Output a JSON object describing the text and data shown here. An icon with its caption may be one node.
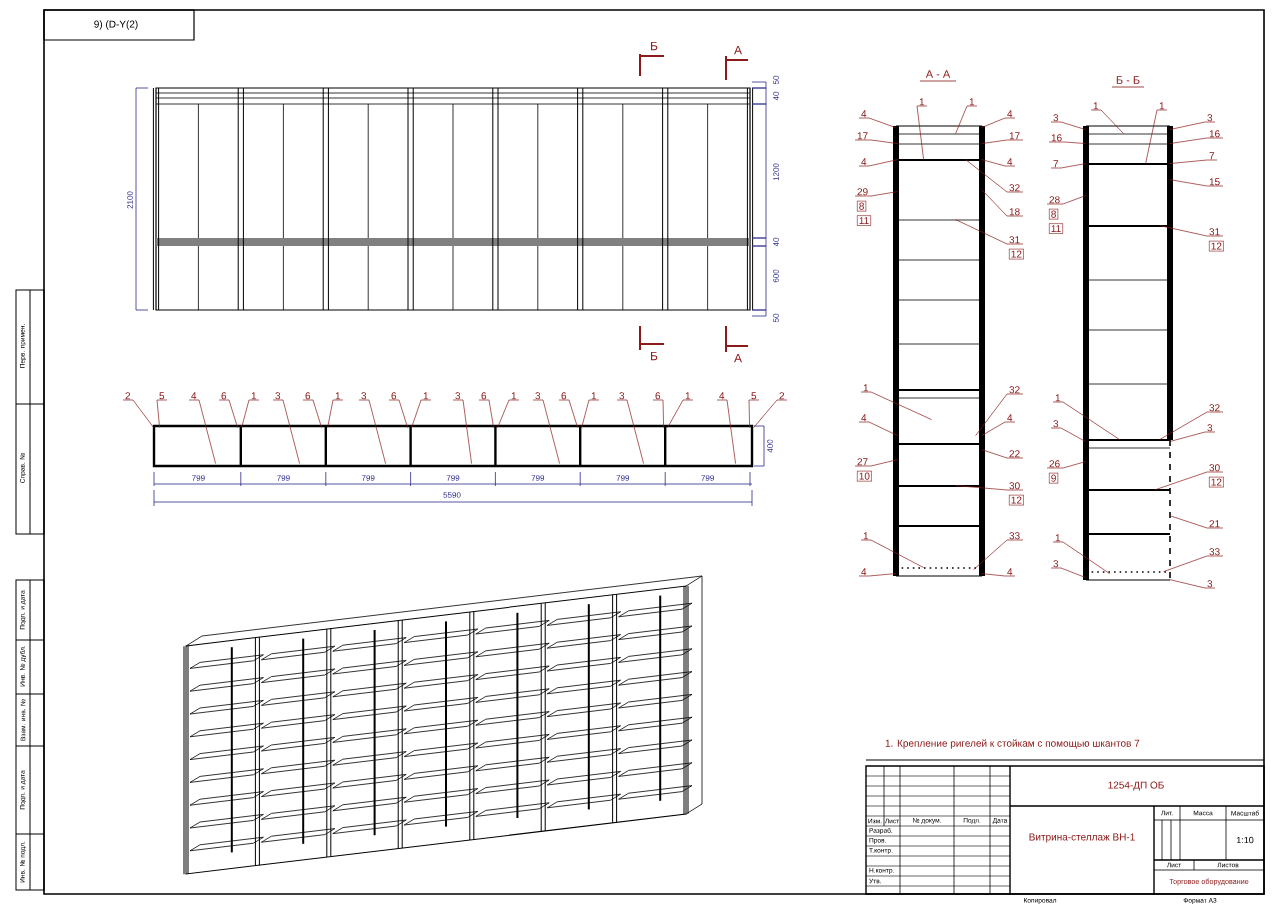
{
  "diagram": {
    "nodes": [
      {
        "text": [
          "1"
        ]
      },
      {
        "text": [
          "1"
        ]
      },
      {
        "text": [
          "4"
        ]
      },
      {
        "text": [
          "17"
        ]
      },
      {
        "text": [
          "4"
        ]
      },
      {
        "text": [
          "29",
          "8",
          "11"
        ]
      },
      {
        "text": [
          "1"
        ]
      },
      {
        "text": [
          "4"
        ]
      },
      {
        "text": [
          "27",
          "10"
        ]
      },
      {
        "text": [
          "1"
        ]
      },
      {
        "text": [
          "4"
        ]
      },
      {
        "text": [
          "4"
        ]
      },
      {
        "text": [
          "17"
        ]
      },
      {
        "text": [
          "4"
        ]
      },
      {
        "text": [
          "32"
        ]
      },
      {
        "text": [
          "18"
        ]
      },
      {
        "text": [
          "31",
          "12"
        ]
      },
      {
        "text": [
          "32"
        ]
      },
      {
        "text": [
          "4"
        ]
      },
      {
        "text": [
          "22"
        ]
      },
      {
        "text": [
          "30",
          "12"
        ]
      },
      {
        "text": [
          "33"
        ]
      },
      {
        "text": [
          "4"
        ]
      },
      {
        "text": [
          "1"
        ]
      },
      {
        "text": [
          "1"
        ]
      },
      {
        "text": [
          "3"
        ]
      },
      {
        "text": [
          "16"
        ]
      },
      {
        "text": [
          "7"
        ]
      },
      {
        "text": [
          "28",
          "8",
          "11"
        ]
      },
      {
        "text": [
          "1"
        ]
      },
      {
        "text": [
          "3"
        ]
      },
      {
        "text": [
          "26",
          "9"
        ]
      },
      {
        "text": [
          "1"
        ]
      },
      {
        "text": [
          "3"
        ]
      },
      {
        "text": [
          "3"
        ]
      },
      {
        "text": [
          "16"
        ]
      },
      {
        "text": [
          "7"
        ]
      },
      {
        "text": [
          "15"
        ]
      },
      {
        "text": [
          "31",
          "12"
        ]
      },
      {
        "text": [
          "32"
        ]
      },
      {
        "text": [
          "3"
        ]
      },
      {
        "text": [
          "30",
          "12"
        ]
      },
      {
        "text": [
          "21"
        ]
      },
      {
        "text": [
          "33"
        ]
      },
      {
        "text": [
          "3"
        ]
      },
      {
        "text": [
          "2"
        ]
      },
      {
        "text": [
          "5"
        ]
      },
      {
        "text": [
          "4"
        ]
      },
      {
        "text": [
          "6"
        ]
      },
      {
        "text": [
          "1"
        ]
      },
      {
        "text": [
          "3"
        ]
      },
      {
        "text": [
          "6"
        ]
      },
      {
        "text": [
          "1"
        ]
      },
      {
        "text": [
          "3"
        ]
      },
      {
        "text": [
          "6"
        ]
      },
      {
        "text": [
          "1"
        ]
      },
      {
        "text": [
          "3"
        ]
      },
      {
        "text": [
          "6"
        ]
      },
      {
        "text": [
          "1"
        ]
      },
      {
        "text": [
          "3"
        ]
      },
      {
        "text": [
          "6"
        ]
      },
      {
        "text": [
          "1"
        ]
      },
      {
        "text": [
          "3"
        ]
      },
      {
        "text": [
          "6"
        ]
      },
      {
        "text": [
          "1"
        ]
      },
      {
        "text": [
          "4"
        ]
      },
      {
        "text": [
          "5"
        ]
      },
      {
        "text": [
          "2"
        ]
      },
      {
        "text": [],
        "shape": "picture"
      },
      {
        "text": [],
        "shape": "picture"
      },
      {
        "text": [],
        "shape": "picture"
      }
    ],
    "edges": [
      {
        "from": 0,
        "to": 68,
        "arrow": "none"
      },
      {
        "from": 1,
        "to": 68,
        "arrow": "none"
      },
      {
        "from": 2,
        "to": 68,
        "arrow": "none"
      },
      {
        "from": 3,
        "to": 68,
        "arrow": "none"
      },
      {
        "from": 4,
        "to": 68,
        "arrow": "none"
      },
      {
        "from": 5,
        "to": 68,
        "arrow": "none"
      },
      {
        "from": 6,
        "to": 68,
        "arrow": "none"
      },
      {
        "from": 7,
        "to": 68,
        "arrow": "none"
      },
      {
        "from": 8,
        "to": 68,
        "arrow": "none"
      },
      {
        "from": 9,
        "to": 68,
        "arrow": "none"
      },
      {
        "from": 10,
        "to": 68,
        "arrow": "none"
      },
      {
        "from": 11,
        "to": 68,
        "arrow": "none"
      },
      {
        "from": 12,
        "to": 68,
        "arrow": "none"
      },
      {
        "from": 13,
        "to": 68,
        "arrow": "none"
      },
      {
        "from": 14,
        "to": 68,
        "arrow": "none"
      },
      {
        "from": 15,
        "to": 68,
        "arrow": "none"
      },
      {
        "from": 16,
        "to": 68,
        "arrow": "none"
      },
      {
        "from": 17,
        "to": 68,
        "arrow": "none"
      },
      {
        "from": 18,
        "to": 68,
        "arrow": "none"
      },
      {
        "from": 19,
        "to": 68,
        "arrow": "none"
      },
      {
        "from": 20,
        "to": 68,
        "arrow": "none"
      },
      {
        "from": 21,
        "to": 68,
        "arrow": "none"
      },
      {
        "from": 22,
        "to": 68,
        "arrow": "none"
      },
      {
        "from": 23,
        "to": 69,
        "arrow": "none"
      },
      {
        "from": 24,
        "to": 69,
        "arrow": "none"
      },
      {
        "from": 25,
        "to": 69,
        "arrow": "none"
      },
      {
        "from": 26,
        "to": 69,
        "arrow": "none"
      },
      {
        "from": 27,
        "to": 69,
        "arrow": "none"
      },
      {
        "from": 28,
        "to": 69,
        "arrow": "none"
      },
      {
        "from": 29,
        "to": 69,
        "arrow": "none"
      },
      {
        "from": 30,
        "to": 69,
        "arrow": "none"
      },
      {
        "from": 31,
        "to": 69,
        "arrow": "none"
      },
      {
        "from": 32,
        "to": 69,
        "arrow": "none"
      },
      {
        "from": 33,
        "to": 69,
        "arrow": "none"
      },
      {
        "from": 34,
        "to": 69,
        "arrow": "none"
      },
      {
        "from": 35,
        "to": 69,
        "arrow": "none"
      },
      {
        "from": 36,
        "to": 69,
        "arrow": "none"
      },
      {
        "from": 37,
        "to": 69,
        "arrow": "none"
      },
      {
        "from": 38,
        "to": 69,
        "arrow": "none"
      },
      {
        "from": 39,
        "to": 69,
        "arrow": "none"
      },
      {
        "from": 40,
        "to": 69,
        "arrow": "none"
      },
      {
        "from": 41,
        "to": 69,
        "arrow": "none"
      },
      {
        "from": 42,
        "to": 69,
        "arrow": "none"
      },
      {
        "from": 43,
        "to": 69,
        "arrow": "none"
      },
      {
        "from": 44,
        "to": 69,
        "arrow": "none"
      },
      {
        "from": 45,
        "to": 70,
        "arrow": "none"
      },
      {
        "from": 46,
        "to": 70,
        "arrow": "none"
      },
      {
        "from": 47,
        "to": 70,
        "arrow": "none"
      },
      {
        "from": 48,
        "to": 70,
        "arrow": "none"
      },
      {
        "from": 49,
        "to": 70,
        "arrow": "none"
      },
      {
        "from": 50,
        "to": 70,
        "arrow": "none"
      },
      {
        "from": 51,
        "to": 70,
        "arrow": "none"
      },
      {
        "from": 52,
        "to": 70,
        "arrow": "none"
      },
      {
        "from": 53,
        "to": 70,
        "arrow": "none"
      },
      {
        "from": 54,
        "to": 70,
        "arrow": "none"
      },
      {
        "from": 55,
        "to": 70,
        "arrow": "none"
      },
      {
        "from": 56,
        "to": 70,
        "arrow": "none"
      },
      {
        "from": 57,
        "to": 70,
        "arrow": "none"
      },
      {
        "from": 58,
        "to": 70,
        "arrow": "none"
      },
      {
        "from": 59,
        "to": 70,
        "arrow": "none"
      },
      {
        "from": 60,
        "to": 70,
        "arrow": "none"
      },
      {
        "from": 61,
        "to": 70,
        "arrow": "none"
      },
      {
        "from": 62,
        "to": 70,
        "arrow": "none"
      },
      {
        "from": 63,
        "to": 70,
        "arrow": "none"
      },
      {
        "from": 64,
        "to": 70,
        "arrow": "none"
      },
      {
        "from": 65,
        "to": 70,
        "arrow": "none"
      },
      {
        "from": 66,
        "to": 70,
        "arrow": "none"
      },
      {
        "from": 67,
        "to": 70,
        "arrow": "none"
      }
    ],
    "labels": [
      "9) (D-Y(2)",
      "Б",
      "А",
      "2100",
      "50",
      "40",
      "1200",
      "40",
      "600",
      "50",
      "Б",
      "А",
      "А - А",
      "Б - Б",
      "799",
      "799",
      "799",
      "799",
      "799",
      "799",
      "799",
      "5590",
      "400",
      "1. Крепление ригелей к стойкам с помощью шкантов 7",
      "1254-ДП ОБ",
      "Изм.",
      "Лист",
      "№ докум.",
      "Подп.",
      "Дата",
      "Разраб.",
      "Пров.",
      "Т.контр.",
      "Н.контр.",
      "Утв.",
      "Витрина-стеллаж ВН-1",
      "Лит.",
      "Масса",
      "Масштаб",
      "1:10",
      "Лист",
      "Листов",
      "Торговое оборудование",
      "Копировал",
      "Формат А3",
      "Перв. примен.",
      "Справ. №",
      "Подп. и дата",
      "Инв. № дубл.",
      "Взам. инв. №",
      "Подп. и дата",
      "Инв. № подл."
    ]
  }
}
